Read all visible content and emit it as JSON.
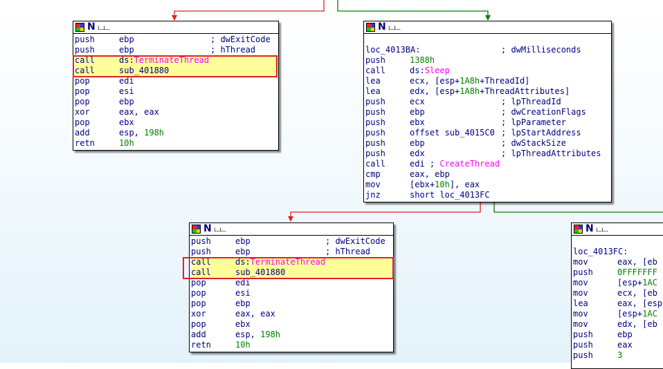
{
  "node_a": {
    "lines": [
      {
        "mn": "push",
        "op": [
          {
            "t": "ebp"
          }
        ],
        "cm": "; dwExitCode"
      },
      {
        "mn": "push",
        "op": [
          {
            "t": "ebp"
          }
        ],
        "cm": "; hThread"
      },
      {
        "mn": "call",
        "op": [
          {
            "t": "ds:"
          },
          {
            "t": "TerminateThread",
            "c": "fn"
          }
        ],
        "hl": true
      },
      {
        "mn": "call",
        "op": [
          {
            "t": "sub_401880"
          }
        ],
        "hl": true
      },
      {
        "mn": "pop",
        "op": [
          {
            "t": "edi"
          }
        ]
      },
      {
        "mn": "pop",
        "op": [
          {
            "t": "esi"
          }
        ]
      },
      {
        "mn": "pop",
        "op": [
          {
            "t": "ebp"
          }
        ]
      },
      {
        "mn": "xor",
        "op": [
          {
            "t": "eax, eax"
          }
        ]
      },
      {
        "mn": "pop",
        "op": [
          {
            "t": "ebx"
          }
        ]
      },
      {
        "mn": "add",
        "op": [
          {
            "t": "esp, "
          },
          {
            "t": "198h",
            "c": "num"
          }
        ]
      },
      {
        "mn": "retn",
        "op": [
          {
            "t": "10h",
            "c": "num"
          }
        ]
      }
    ]
  },
  "node_b": {
    "lines": [
      {
        "blank": true
      },
      {
        "label": "loc_4013BA:",
        "cm": "; dwMilliseconds"
      },
      {
        "mn": "push",
        "op": [
          {
            "t": "1388h",
            "c": "num"
          }
        ]
      },
      {
        "mn": "call",
        "op": [
          {
            "t": "ds:"
          },
          {
            "t": "Sleep",
            "c": "fn"
          }
        ]
      },
      {
        "mn": "lea",
        "op": [
          {
            "t": "ecx, [esp+"
          },
          {
            "t": "1A8h",
            "c": "num"
          },
          {
            "t": "+ThreadId]"
          }
        ]
      },
      {
        "mn": "lea",
        "op": [
          {
            "t": "edx, [esp+"
          },
          {
            "t": "1A8h",
            "c": "num"
          },
          {
            "t": "+ThreadAttributes]"
          }
        ]
      },
      {
        "mn": "push",
        "op": [
          {
            "t": "ecx"
          }
        ],
        "cm": "; lpThreadId"
      },
      {
        "mn": "push",
        "op": [
          {
            "t": "ebp"
          }
        ],
        "cm": "; dwCreationFlags"
      },
      {
        "mn": "push",
        "op": [
          {
            "t": "ebx"
          }
        ],
        "cm": "; lpParameter"
      },
      {
        "mn": "push",
        "op": [
          {
            "t": "offset sub_4015C0"
          }
        ],
        "cm": "; lpStartAddress"
      },
      {
        "mn": "push",
        "op": [
          {
            "t": "ebp"
          }
        ],
        "cm": "; dwStackSize"
      },
      {
        "mn": "push",
        "op": [
          {
            "t": "edx"
          }
        ],
        "cm": "; lpThreadAttributes"
      },
      {
        "mn": "call",
        "op": [
          {
            "t": "edi "
          },
          {
            "t": "; "
          },
          {
            "t": "CreateThread",
            "c": "fn"
          }
        ]
      },
      {
        "mn": "cmp",
        "op": [
          {
            "t": "eax, ebp"
          }
        ]
      },
      {
        "mn": "mov",
        "op": [
          {
            "t": "[ebx+"
          },
          {
            "t": "10h",
            "c": "num"
          },
          {
            "t": "], eax"
          }
        ]
      },
      {
        "mn": "jnz",
        "op": [
          {
            "t": "short loc_4013FC"
          }
        ]
      }
    ]
  },
  "node_c": {
    "lines": [
      {
        "mn": "push",
        "op": [
          {
            "t": "ebp"
          }
        ],
        "cm": "; dwExitCode"
      },
      {
        "mn": "push",
        "op": [
          {
            "t": "ebp"
          }
        ],
        "cm": "; hThread"
      },
      {
        "mn": "call",
        "op": [
          {
            "t": "ds:"
          },
          {
            "t": "TerminateThread",
            "c": "fn"
          }
        ],
        "hl": true
      },
      {
        "mn": "call",
        "op": [
          {
            "t": "sub_401880"
          }
        ],
        "hl": true
      },
      {
        "mn": "pop",
        "op": [
          {
            "t": "edi"
          }
        ]
      },
      {
        "mn": "pop",
        "op": [
          {
            "t": "esi"
          }
        ]
      },
      {
        "mn": "pop",
        "op": [
          {
            "t": "ebp"
          }
        ]
      },
      {
        "mn": "xor",
        "op": [
          {
            "t": "eax, eax"
          }
        ]
      },
      {
        "mn": "pop",
        "op": [
          {
            "t": "ebx"
          }
        ]
      },
      {
        "mn": "add",
        "op": [
          {
            "t": "esp, "
          },
          {
            "t": "198h",
            "c": "num"
          }
        ]
      },
      {
        "mn": "retn",
        "op": [
          {
            "t": "10h",
            "c": "num"
          }
        ]
      }
    ]
  },
  "node_d": {
    "lines": [
      {
        "blank": true
      },
      {
        "label": "loc_4013FC:"
      },
      {
        "mn": "mov",
        "op": [
          {
            "t": "eax, [eb"
          }
        ]
      },
      {
        "mn": "push",
        "op": [
          {
            "t": "0FFFFFFF",
            "c": "num"
          }
        ]
      },
      {
        "mn": "mov",
        "op": [
          {
            "t": "[esp+"
          },
          {
            "t": "1AC",
            "c": "num"
          }
        ]
      },
      {
        "mn": "mov",
        "op": [
          {
            "t": "ecx, [eb"
          }
        ]
      },
      {
        "mn": "lea",
        "op": [
          {
            "t": "eax, [esp"
          }
        ]
      },
      {
        "mn": "mov",
        "op": [
          {
            "t": "[esp+"
          },
          {
            "t": "1AC",
            "c": "num"
          }
        ]
      },
      {
        "mn": "mov",
        "op": [
          {
            "t": "edx, [eb"
          }
        ]
      },
      {
        "mn": "push",
        "op": [
          {
            "t": "ebp"
          }
        ]
      },
      {
        "mn": "push",
        "op": [
          {
            "t": "eax"
          }
        ]
      },
      {
        "mn": "push",
        "op": [
          {
            "t": "3",
            "c": "num"
          }
        ]
      }
    ]
  }
}
